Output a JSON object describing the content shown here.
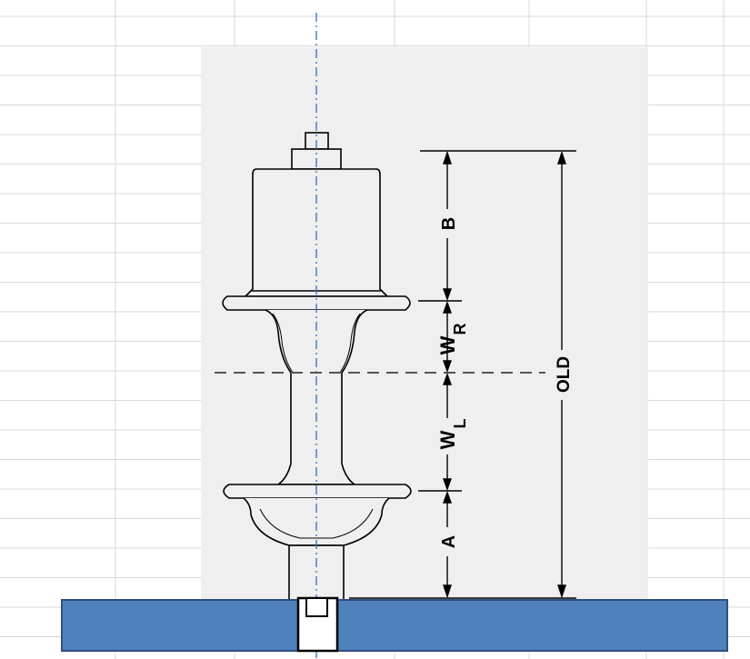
{
  "diagram": {
    "labels": {
      "b": "B",
      "wr_main": "W",
      "wr_sub": "R",
      "wl_main": "W",
      "wl_sub": "L",
      "a": "A",
      "old": "OLD"
    }
  },
  "colors": {
    "sheet_background": "#ffffff",
    "gridline": "#d9d9d9",
    "drawing_panel": "#efefef",
    "outline": "#000000",
    "centerline": "#2f6fbf",
    "base_bar": "#4f81bd",
    "base_bar_border": "#2f4f7f",
    "dashed_line": "#555555"
  }
}
